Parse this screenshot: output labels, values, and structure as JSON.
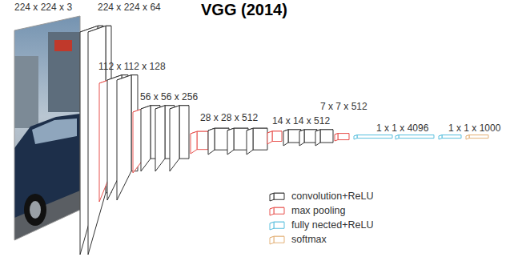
{
  "diagram": {
    "title": "VGG (2014)",
    "labels": [
      "224 x 224 x 3",
      "224 x 224 x 64",
      "112 x 112 x 128",
      "56 x 56 x 256",
      "28 x 28 x 512",
      "14 x 14 x 512",
      "7 x 7 x 512",
      "1 x 1 x 4096",
      "1 x 1 x 1000"
    ],
    "legend": [
      {
        "text": "convolution+ReLU",
        "color": "#333333"
      },
      {
        "text": "max pooling",
        "color": "#e8534f"
      },
      {
        "text": "fully nected+ReLU",
        "color": "#5bc0de"
      },
      {
        "text": "softmax",
        "color": "#e3b27a"
      }
    ]
  }
}
